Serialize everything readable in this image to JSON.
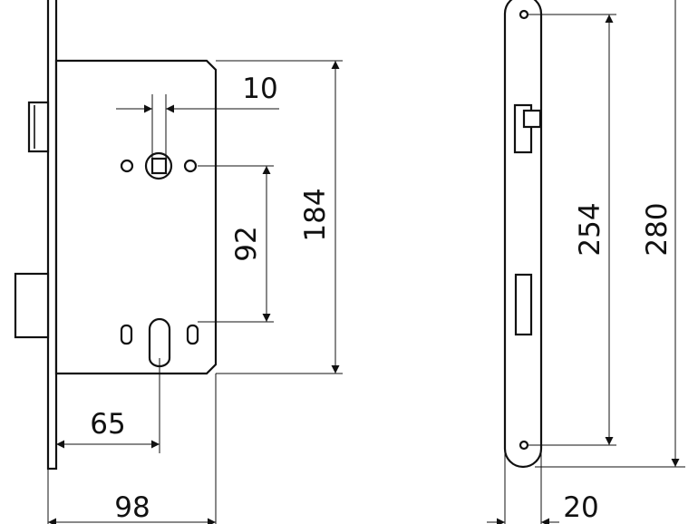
{
  "dimensions": {
    "square_width": "10",
    "backset_92": "92",
    "case_height": "184",
    "backset_65": "65",
    "body_98": "98",
    "hole_spacing": "254",
    "plate_height": "280",
    "plate_width": "20"
  }
}
